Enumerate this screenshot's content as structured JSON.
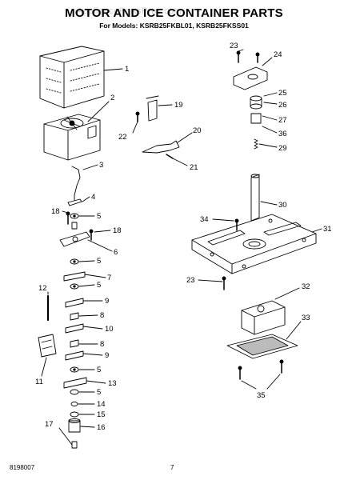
{
  "header": {
    "title": "MOTOR AND ICE CONTAINER PARTS",
    "subtitle": "For Models: KSRB25FKBL01, KSRB25FKSS01",
    "watermark": "AppliancePartsPros.com"
  },
  "footer": {
    "doc_number": "8198007",
    "page_number": "7"
  },
  "callouts": [
    {
      "id": "c1",
      "label": "1"
    },
    {
      "id": "c2",
      "label": "2"
    },
    {
      "id": "c3",
      "label": "3"
    },
    {
      "id": "c4",
      "label": "4"
    },
    {
      "id": "c5a",
      "label": "5"
    },
    {
      "id": "c18a",
      "label": "18"
    },
    {
      "id": "c18b",
      "label": "18"
    },
    {
      "id": "c6",
      "label": "6"
    },
    {
      "id": "c5b",
      "label": "5"
    },
    {
      "id": "c7",
      "label": "7"
    },
    {
      "id": "c5c",
      "label": "5"
    },
    {
      "id": "c9a",
      "label": "9"
    },
    {
      "id": "c8a",
      "label": "8"
    },
    {
      "id": "c10",
      "label": "10"
    },
    {
      "id": "c8b",
      "label": "8"
    },
    {
      "id": "c9b",
      "label": "9"
    },
    {
      "id": "c5d",
      "label": "5"
    },
    {
      "id": "c13",
      "label": "13"
    },
    {
      "id": "c5e",
      "label": "5"
    },
    {
      "id": "c14",
      "label": "14"
    },
    {
      "id": "c15",
      "label": "15"
    },
    {
      "id": "c16",
      "label": "16"
    },
    {
      "id": "c17",
      "label": "17"
    },
    {
      "id": "c12",
      "label": "12"
    },
    {
      "id": "c11",
      "label": "11"
    },
    {
      "id": "c19",
      "label": "19"
    },
    {
      "id": "c22",
      "label": "22"
    },
    {
      "id": "c20",
      "label": "20"
    },
    {
      "id": "c21",
      "label": "21"
    },
    {
      "id": "c23a",
      "label": "23"
    },
    {
      "id": "c24",
      "label": "24"
    },
    {
      "id": "c25",
      "label": "25"
    },
    {
      "id": "c26",
      "label": "26"
    },
    {
      "id": "c27",
      "label": "27"
    },
    {
      "id": "c36",
      "label": "36"
    },
    {
      "id": "c29",
      "label": "29"
    },
    {
      "id": "c30",
      "label": "30"
    },
    {
      "id": "c34",
      "label": "34"
    },
    {
      "id": "c31",
      "label": "31"
    },
    {
      "id": "c23b",
      "label": "23"
    },
    {
      "id": "c32",
      "label": "32"
    },
    {
      "id": "c33",
      "label": "33"
    },
    {
      "id": "c35",
      "label": "35"
    }
  ]
}
